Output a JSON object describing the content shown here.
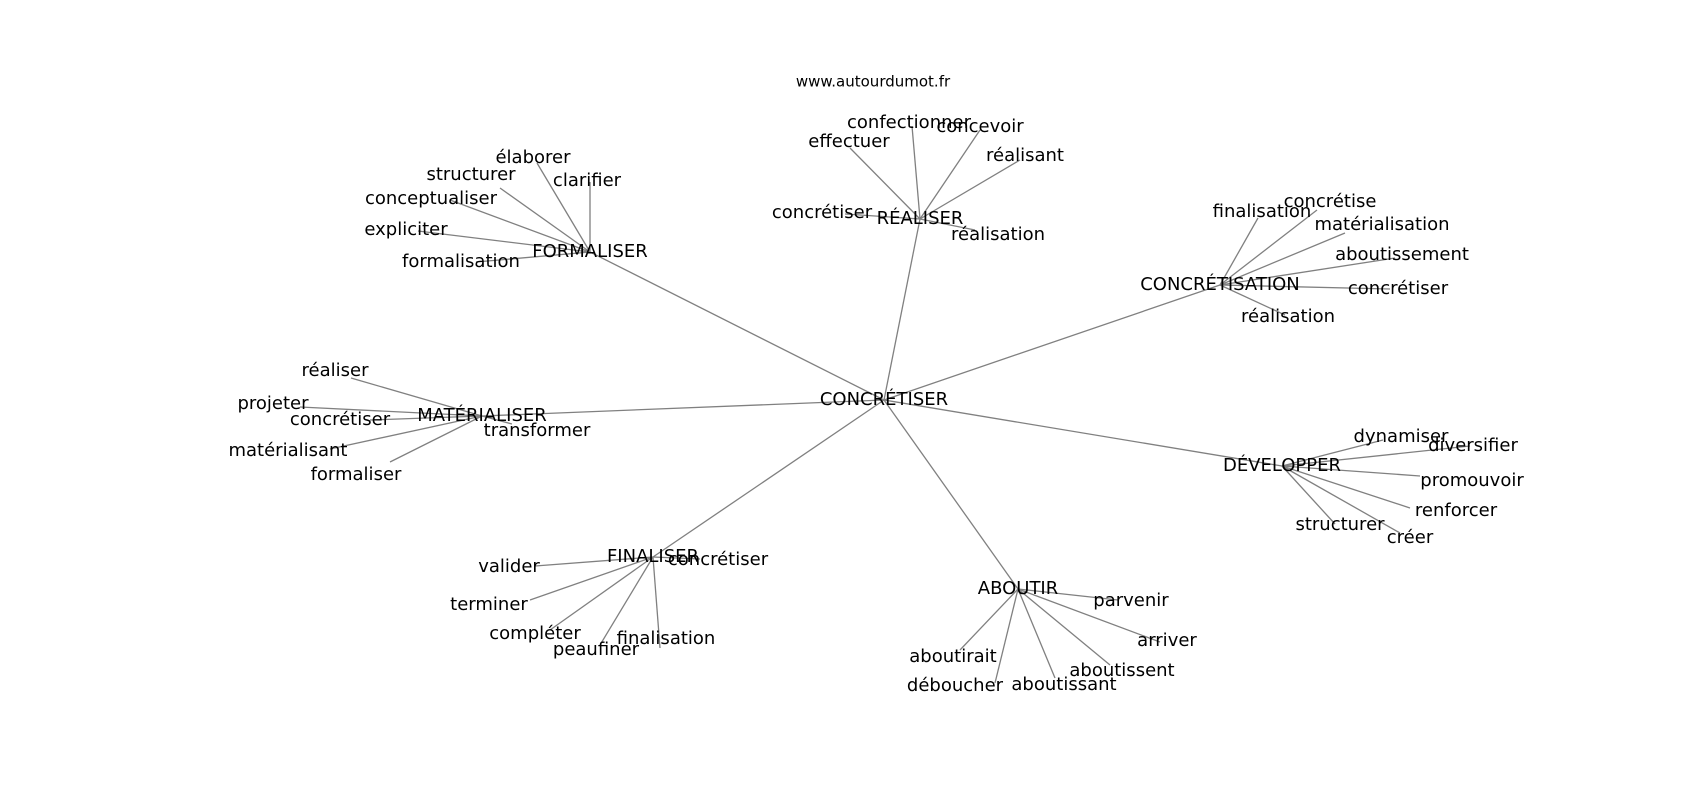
{
  "site_url": "www.autourdumot.fr",
  "center": "CONCRÉTISER",
  "groups": [
    {
      "hub": "FORMALISER",
      "words": [
        "élaborer",
        "structurer",
        "clarifier",
        "conceptualiser",
        "expliciter",
        "formalisation"
      ]
    },
    {
      "hub": "RÉALISER",
      "words": [
        "confectionner",
        "concevoir",
        "effectuer",
        "réalisant",
        "concrétiser",
        "réalisation"
      ]
    },
    {
      "hub": "CONCRÉTISATION",
      "words": [
        "concrétise",
        "finalisation",
        "matérialisation",
        "aboutissement",
        "concrétiser",
        "réalisation"
      ]
    },
    {
      "hub": "MATÉRIALISER",
      "words": [
        "réaliser",
        "projeter",
        "concrétiser",
        "transformer",
        "matérialisant",
        "formaliser"
      ]
    },
    {
      "hub": "DÉVELOPPER",
      "words": [
        "dynamiser",
        "diversifier",
        "promouvoir",
        "renforcer",
        "structurer",
        "créer"
      ]
    },
    {
      "hub": "FINALISER",
      "words": [
        "valider",
        "concrétiser",
        "terminer",
        "compléter",
        "finalisation",
        "peaufiner"
      ]
    },
    {
      "hub": "ABOUTIR",
      "words": [
        "parvenir",
        "arriver",
        "aboutirait",
        "aboutissent",
        "déboucher",
        "aboutissant"
      ]
    }
  ],
  "colors": {
    "edge": "#808080",
    "text": "#000000",
    "background": "#ffffff"
  }
}
